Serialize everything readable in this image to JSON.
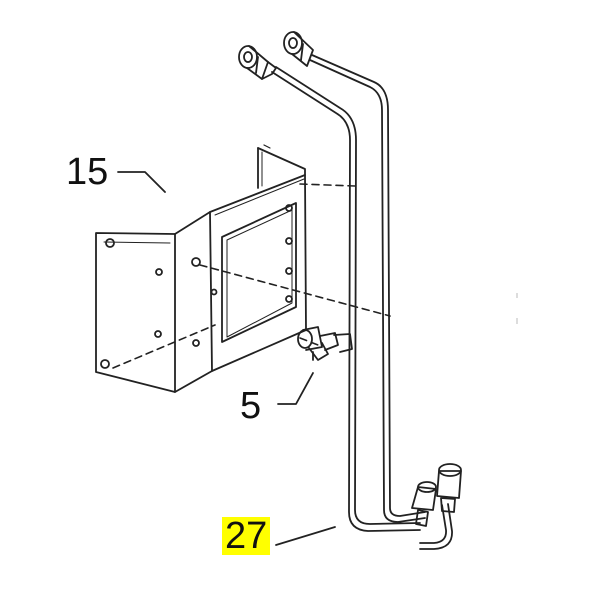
{
  "callouts": {
    "bracket": "15",
    "valve": "5",
    "harness": "27"
  },
  "colors": {
    "line": "#222222",
    "highlight": "#ffff00",
    "background": "#ffffff"
  }
}
